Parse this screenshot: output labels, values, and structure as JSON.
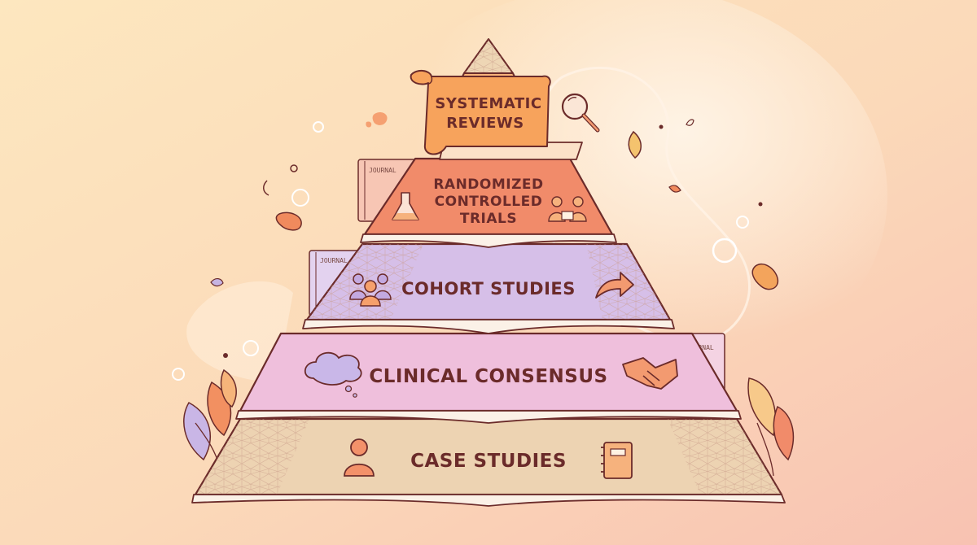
{
  "pyramid": {
    "levels": [
      {
        "key": "systematic",
        "lines": [
          "SYSTEMATIC",
          "REVIEWS"
        ],
        "fill": "#f7a35c",
        "icon": "magnifier-icon"
      },
      {
        "key": "rct",
        "lines": [
          "RANDOMIZED",
          "CONTROLLED",
          "TRIALS"
        ],
        "fill": "#f18b6a",
        "icon": "flask-icon"
      },
      {
        "key": "cohort",
        "lines": [
          "COHORT STUDIES"
        ],
        "fill": "#d6bfe8",
        "icon": "group-icon"
      },
      {
        "key": "consensus",
        "lines": [
          "CLINICAL CONSENSUS"
        ],
        "fill": "#efbfdc",
        "icon": "handshake-icon"
      },
      {
        "key": "case",
        "lines": [
          "CASE STUDIES"
        ],
        "fill": "#edd3b2",
        "icon": "person-icon"
      }
    ]
  },
  "journal_label": "JOURNAL",
  "colors": {
    "outline": "#6b2b2a",
    "background_start": "#fde3b8",
    "background_end": "#f8c3b5",
    "book_page": "#fbf1e7"
  }
}
